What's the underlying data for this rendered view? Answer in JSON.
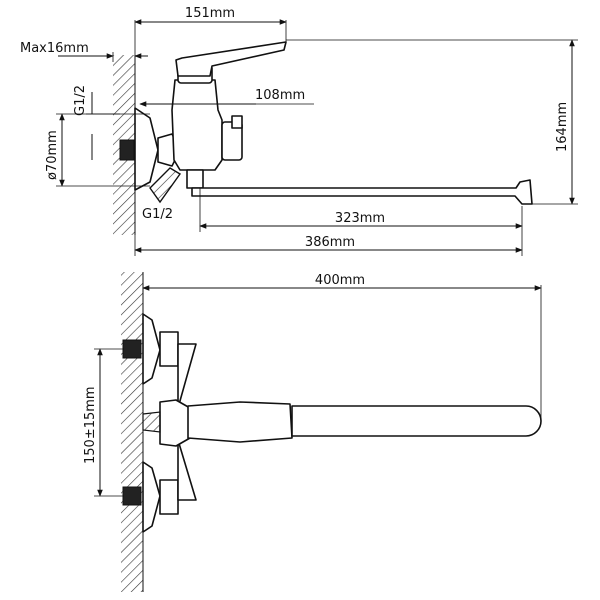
{
  "dimensions": {
    "spout_reach_top": "151mm",
    "max_wall": "Max16mm",
    "thread_top": "G1/2",
    "lever_depth": "108mm",
    "height": "164mm",
    "flange_diameter": "ø70mm",
    "thread_bottom": "G1/2",
    "spout_length": "323mm",
    "total_reach": "386mm",
    "total_width": "400mm",
    "center_distance": "150±15mm"
  },
  "colors": {
    "line": "#111111",
    "hatch": "#333333",
    "background": "#ffffff"
  }
}
